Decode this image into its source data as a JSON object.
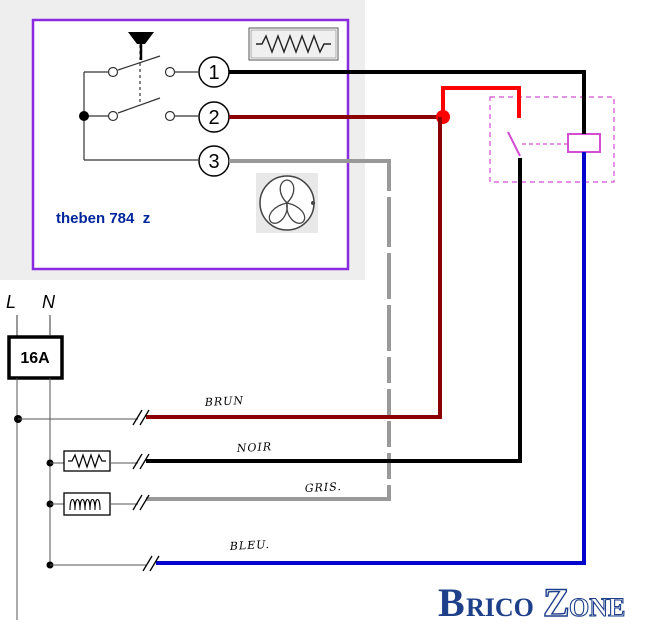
{
  "device": {
    "model_label": "theben 784  z",
    "terminals": [
      "1",
      "2",
      "3"
    ]
  },
  "supply": {
    "phase_label": "L",
    "neutral_label": "N",
    "fuse_label": "16A"
  },
  "wires": {
    "brown_label": "BRUN",
    "black_label": "NOIR",
    "grey_label": "GRIS.",
    "blue_label": "BLEU."
  },
  "watermark": {
    "text": "BricoZone"
  },
  "colors": {
    "brown": "#8b0000",
    "red": "#ff0000",
    "black": "#000000",
    "grey": "#999999",
    "blue": "#0000cc",
    "device_border": "#8a2be2",
    "relay_box": "#d44dd4",
    "logo_blue": "#1e3f8a",
    "model_text": "#00259c"
  }
}
